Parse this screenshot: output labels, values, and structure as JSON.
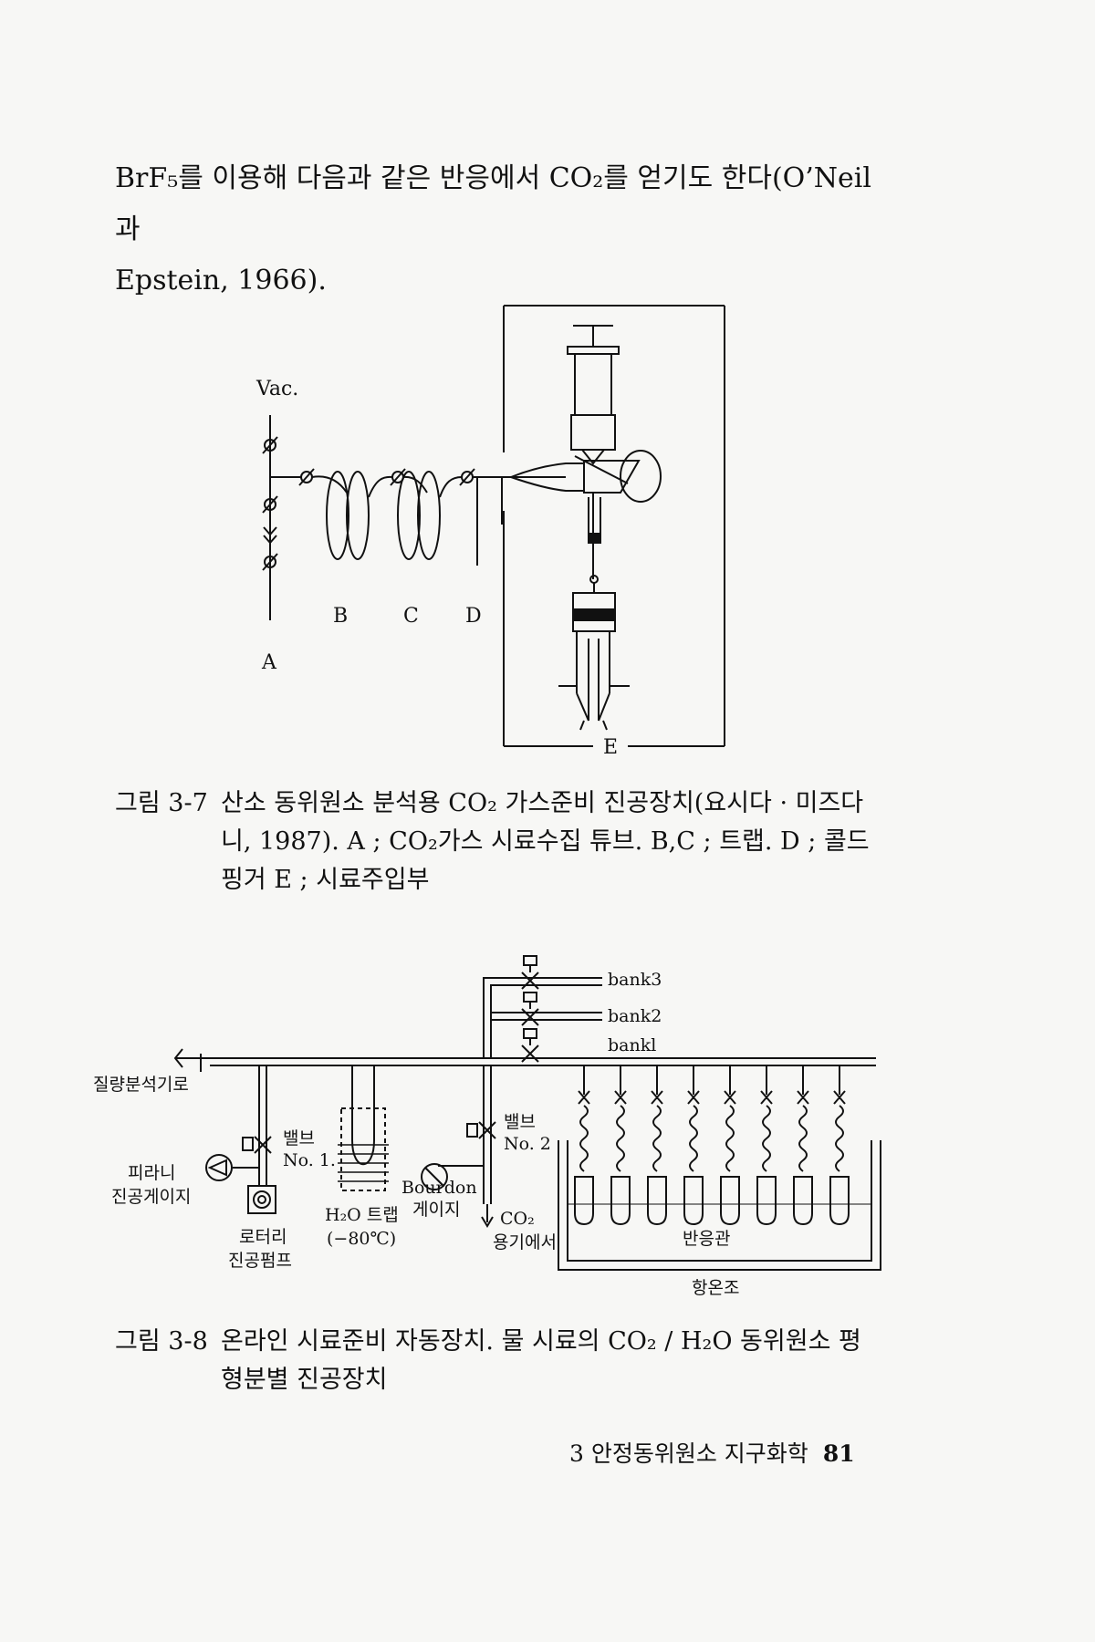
{
  "intro": {
    "line1": "BrF₅를 이용해 다음과 같은 반응에서 CO₂를 얻기도 한다(O’Neil과",
    "line2": "Epstein, 1966)."
  },
  "figure1": {
    "labels": {
      "vac": "Vac.",
      "a": "A",
      "b": "B",
      "c": "C",
      "d": "D",
      "e": "E"
    },
    "caption_label": "그림 3-7",
    "caption_text": "산소 동위원소 분석용 CO₂ 가스준비 진공장치(요시다 · 미즈다니, 1987). A ; CO₂가스 시료수집 튜브. B,C ; 트랩. D ; 콜드핑거 E ; 시료주입부"
  },
  "figure2": {
    "labels": {
      "bank3": "bank3",
      "bank2": "bank2",
      "bank1": "bankl",
      "mass_spec": "질량분석기로",
      "valve1_a": "밸브",
      "valve1_b": "No. 1.",
      "valve2_a": "밸브",
      "valve2_b": "No. 2",
      "pirani_a": "피라니",
      "pirani_b": "진공게이지",
      "rotary_a": "로터리",
      "rotary_b": "진공펌프",
      "h2o_trap": "H₂O 트랩",
      "trap_temp": "(−80℃)",
      "bourdon_a": "Bourdon",
      "bourdon_b": "게이지",
      "co2_a": "CO₂",
      "co2_b": "용기에서",
      "reaction_tube": "반응관",
      "thermostat": "항온조"
    },
    "caption_label": "그림 3-8",
    "caption_text": "온라인 시료준비 자동장치. 물 시료의 CO₂ / H₂O 동위원소 평형분별 진공장치"
  },
  "footer": {
    "chapter": "3  안정동위원소 지구화학",
    "page_number": "81"
  }
}
